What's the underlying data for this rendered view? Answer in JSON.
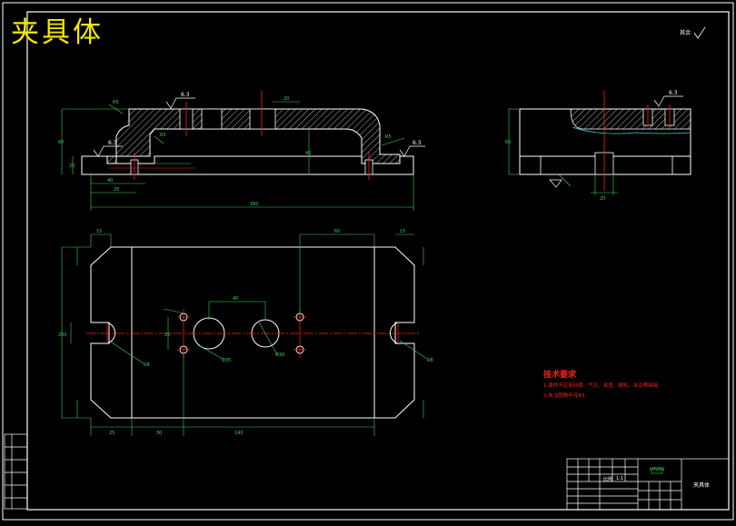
{
  "drawing": {
    "title": "夹具体",
    "roughness_note": "其余",
    "roughness_values": [
      "6.3",
      "6.3",
      "6.3",
      "6.3"
    ]
  },
  "requirements": {
    "title": "技术要求",
    "items": [
      "1.铸件不应有砂眼、气孔、夹渣、缩松、夹杂等缺陷",
      "2.未注圆角半径R3"
    ]
  },
  "title_block": {
    "part_name": "夹具体",
    "material": "HT200",
    "scale_label": "比例",
    "scale": "1:1"
  },
  "colors": {
    "background": "#000000",
    "outline": "#ffffff",
    "dimension": "#40d060",
    "center_line": "#ff2020",
    "title": "#f2ea00",
    "hatch": "#ffffff"
  }
}
